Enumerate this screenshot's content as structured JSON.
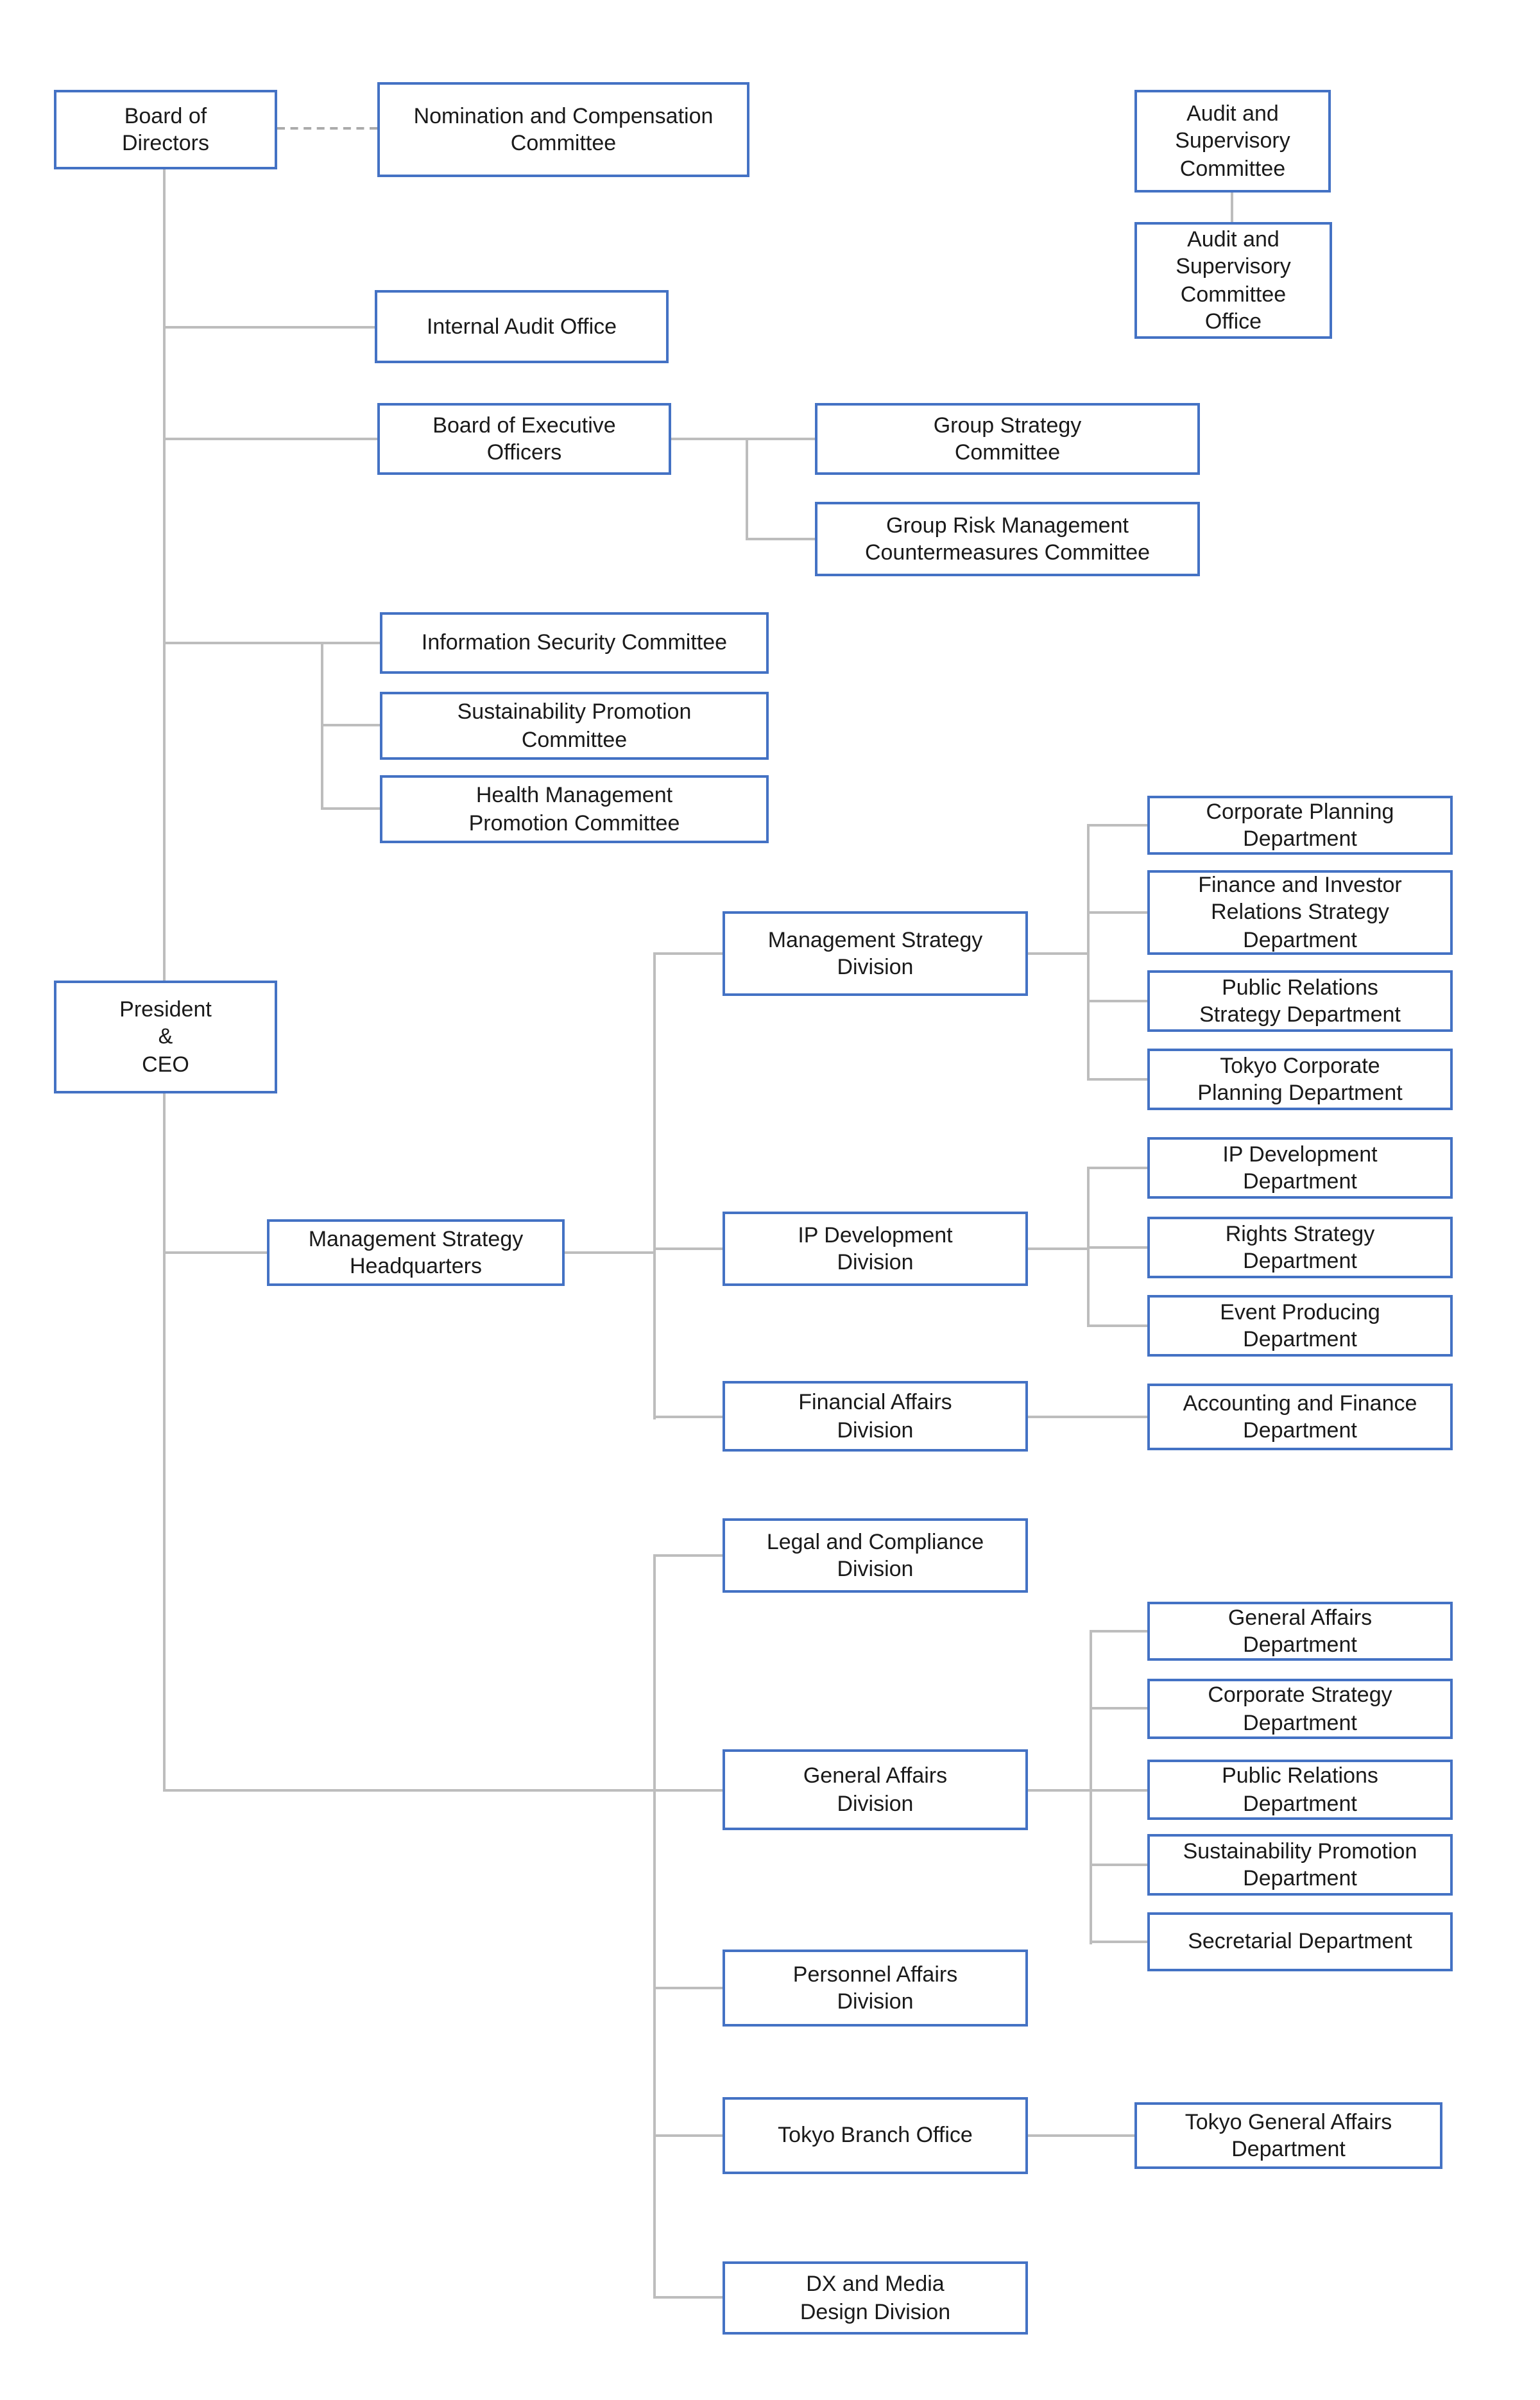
{
  "diagram": {
    "type": "org-chart",
    "description": "Corporate governance organization chart"
  },
  "colors": {
    "box_border": "#4472C4",
    "connector": "#bdbdbd",
    "dashed_line": "#ababab",
    "text_color": "#1a1a1a"
  },
  "nodes": {
    "board_of_directors": {
      "label": "Board of\nDirectors"
    },
    "nomination_compensation_committee": {
      "label": "Nomination and Compensation\nCommittee"
    },
    "audit_supervisory_committee": {
      "label": "Audit and\nSupervisory\nCommittee"
    },
    "audit_supervisory_committee_office": {
      "label": "Audit and\nSupervisory\nCommittee\nOffice"
    },
    "internal_audit_office": {
      "label": "Internal Audit Office"
    },
    "board_of_executive_officers": {
      "label": "Board of Executive\nOfficers"
    },
    "group_strategy_committee": {
      "label": "Group Strategy\nCommittee"
    },
    "group_risk_management_countermeasures_committee": {
      "label": "Group Risk Management\nCountermeasures Committee"
    },
    "information_security_committee": {
      "label": "Information Security Committee"
    },
    "sustainability_promotion_committee": {
      "label": "Sustainability Promotion\nCommittee"
    },
    "health_management_promotion_committee": {
      "label": "Health Management\nPromotion Committee"
    },
    "president_ceo": {
      "label": "President\n&\nCEO"
    },
    "management_strategy_headquarters": {
      "label": "Management Strategy\nHeadquarters"
    },
    "management_strategy_division": {
      "label": "Management Strategy\nDivision"
    },
    "corporate_planning_department": {
      "label": "Corporate Planning\nDepartment"
    },
    "finance_investor_relations_strategy_department": {
      "label": "Finance and Investor\nRelations Strategy\nDepartment"
    },
    "public_relations_strategy_department": {
      "label": "Public Relations\nStrategy Department"
    },
    "tokyo_corporate_planning_department": {
      "label": "Tokyo Corporate\nPlanning Department"
    },
    "ip_development_division": {
      "label": "IP Development\nDivision"
    },
    "ip_development_department": {
      "label": "IP Development\nDepartment"
    },
    "rights_strategy_department": {
      "label": "Rights Strategy\nDepartment"
    },
    "event_producing_department": {
      "label": "Event Producing\nDepartment"
    },
    "financial_affairs_division": {
      "label": "Financial Affairs\nDivision"
    },
    "accounting_finance_department": {
      "label": "Accounting and Finance\nDepartment"
    },
    "legal_compliance_division": {
      "label": "Legal and Compliance\nDivision"
    },
    "general_affairs_division": {
      "label": "General Affairs\nDivision"
    },
    "general_affairs_department": {
      "label": "General Affairs\nDepartment"
    },
    "corporate_strategy_department": {
      "label": "Corporate Strategy\nDepartment"
    },
    "public_relations_department": {
      "label": "Public Relations\nDepartment"
    },
    "sustainability_promotion_department": {
      "label": "Sustainability Promotion\nDepartment"
    },
    "secretarial_department": {
      "label": "Secretarial Department"
    },
    "personnel_affairs_division": {
      "label": "Personnel Affairs\nDivision"
    },
    "tokyo_branch_office": {
      "label": "Tokyo Branch Office"
    },
    "tokyo_general_affairs_department": {
      "label": "Tokyo General Affairs\nDepartment"
    },
    "dx_media_design_division": {
      "label": "DX and Media\nDesign Division"
    }
  },
  "edges": [
    {
      "from": "board_of_directors",
      "to": "nomination_compensation_committee",
      "style": "dashed"
    },
    {
      "from": "board_of_directors",
      "to": "internal_audit_office",
      "style": "solid"
    },
    {
      "from": "board_of_directors",
      "to": "board_of_executive_officers",
      "style": "solid"
    },
    {
      "from": "board_of_executive_officers",
      "to": "group_strategy_committee",
      "style": "solid"
    },
    {
      "from": "board_of_executive_officers",
      "to": "group_risk_management_countermeasures_committee",
      "style": "solid"
    },
    {
      "from": "board_of_directors",
      "to": "information_security_committee",
      "style": "solid"
    },
    {
      "from": "board_of_directors",
      "to": "sustainability_promotion_committee",
      "style": "solid"
    },
    {
      "from": "board_of_directors",
      "to": "health_management_promotion_committee",
      "style": "solid"
    },
    {
      "from": "board_of_directors",
      "to": "president_ceo",
      "style": "solid"
    },
    {
      "from": "audit_supervisory_committee",
      "to": "audit_supervisory_committee_office",
      "style": "solid"
    },
    {
      "from": "president_ceo",
      "to": "management_strategy_headquarters",
      "style": "solid"
    },
    {
      "from": "management_strategy_headquarters",
      "to": "management_strategy_division",
      "style": "solid"
    },
    {
      "from": "management_strategy_division",
      "to": "corporate_planning_department",
      "style": "solid"
    },
    {
      "from": "management_strategy_division",
      "to": "finance_investor_relations_strategy_department",
      "style": "solid"
    },
    {
      "from": "management_strategy_division",
      "to": "public_relations_strategy_department",
      "style": "solid"
    },
    {
      "from": "management_strategy_division",
      "to": "tokyo_corporate_planning_department",
      "style": "solid"
    },
    {
      "from": "management_strategy_headquarters",
      "to": "ip_development_division",
      "style": "solid"
    },
    {
      "from": "ip_development_division",
      "to": "ip_development_department",
      "style": "solid"
    },
    {
      "from": "ip_development_division",
      "to": "rights_strategy_department",
      "style": "solid"
    },
    {
      "from": "ip_development_division",
      "to": "event_producing_department",
      "style": "solid"
    },
    {
      "from": "management_strategy_headquarters",
      "to": "financial_affairs_division",
      "style": "solid"
    },
    {
      "from": "financial_affairs_division",
      "to": "accounting_finance_department",
      "style": "solid"
    },
    {
      "from": "president_ceo",
      "to": "legal_compliance_division",
      "style": "solid"
    },
    {
      "from": "president_ceo",
      "to": "general_affairs_division",
      "style": "solid"
    },
    {
      "from": "general_affairs_division",
      "to": "general_affairs_department",
      "style": "solid"
    },
    {
      "from": "general_affairs_division",
      "to": "corporate_strategy_department",
      "style": "solid"
    },
    {
      "from": "general_affairs_division",
      "to": "public_relations_department",
      "style": "solid"
    },
    {
      "from": "general_affairs_division",
      "to": "sustainability_promotion_department",
      "style": "solid"
    },
    {
      "from": "general_affairs_division",
      "to": "secretarial_department",
      "style": "solid"
    },
    {
      "from": "president_ceo",
      "to": "personnel_affairs_division",
      "style": "solid"
    },
    {
      "from": "president_ceo",
      "to": "tokyo_branch_office",
      "style": "solid"
    },
    {
      "from": "tokyo_branch_office",
      "to": "tokyo_general_affairs_department",
      "style": "solid"
    },
    {
      "from": "president_ceo",
      "to": "dx_media_design_division",
      "style": "solid"
    }
  ]
}
